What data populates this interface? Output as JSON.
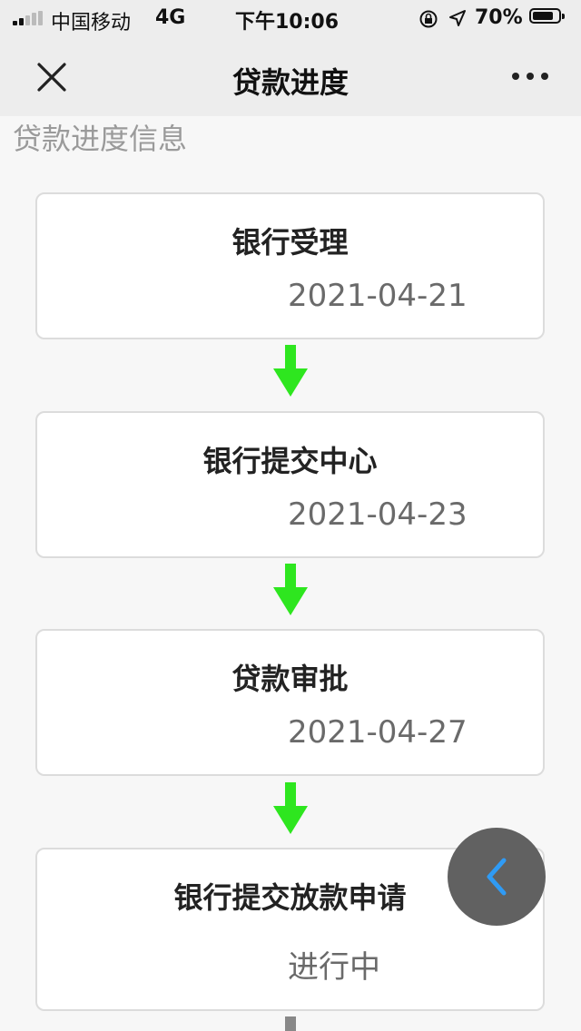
{
  "status_bar": {
    "carrier": "中国移动",
    "network": "4G",
    "time": "下午10:06",
    "battery_text": "70%",
    "battery_level": 0.7
  },
  "nav": {
    "title": "贷款进度",
    "close_icon": "close-icon",
    "more_icon": "more-dots-icon"
  },
  "section_title": "贷款进度信息",
  "steps": [
    {
      "title": "银行受理",
      "date": "2021-04-21"
    },
    {
      "title": "银行提交中心",
      "date": "2021-04-23"
    },
    {
      "title": "贷款审批",
      "date": "2021-04-27"
    },
    {
      "title": "银行提交放款申请",
      "date": "进行中"
    }
  ],
  "colors": {
    "arrow": "#2ee61f",
    "float_button_bg": "#616161",
    "float_button_icon": "#2f9bf5",
    "section_title": "#9a9a9a",
    "date_text": "#6a6a6a"
  },
  "float_button": {
    "icon": "chevron-left-icon"
  }
}
